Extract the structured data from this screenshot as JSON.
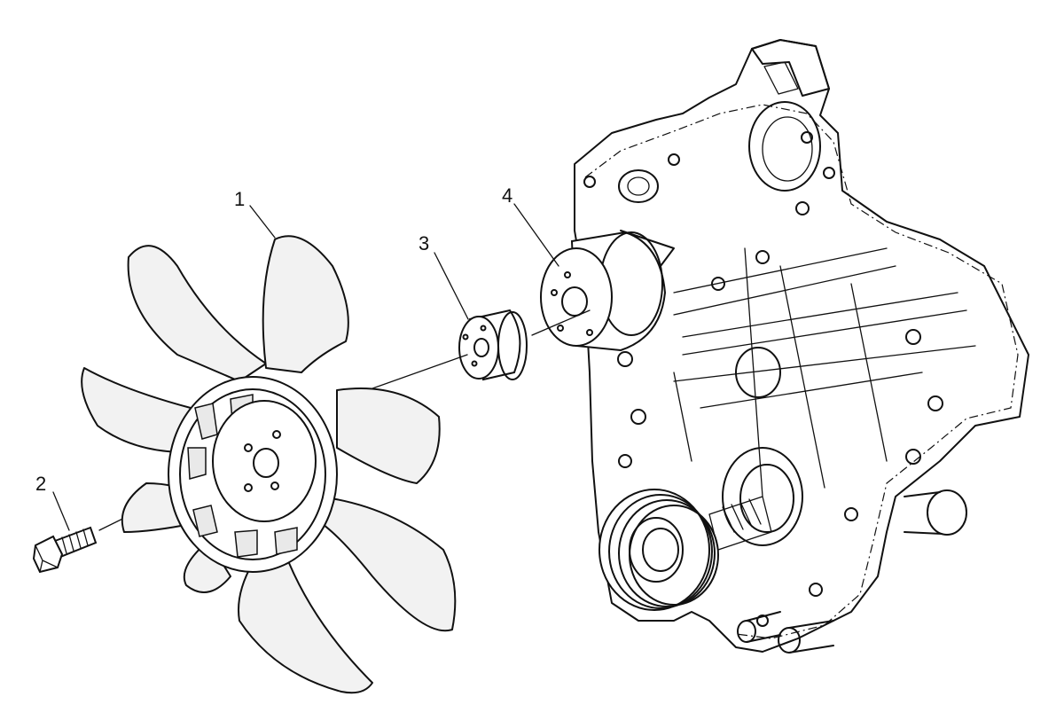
{
  "diagram": {
    "callouts": [
      {
        "id": "1",
        "part": "fan"
      },
      {
        "id": "2",
        "part": "bolt"
      },
      {
        "id": "3",
        "part": "spacer"
      },
      {
        "id": "4",
        "part": "water-pump-pulley"
      }
    ]
  }
}
